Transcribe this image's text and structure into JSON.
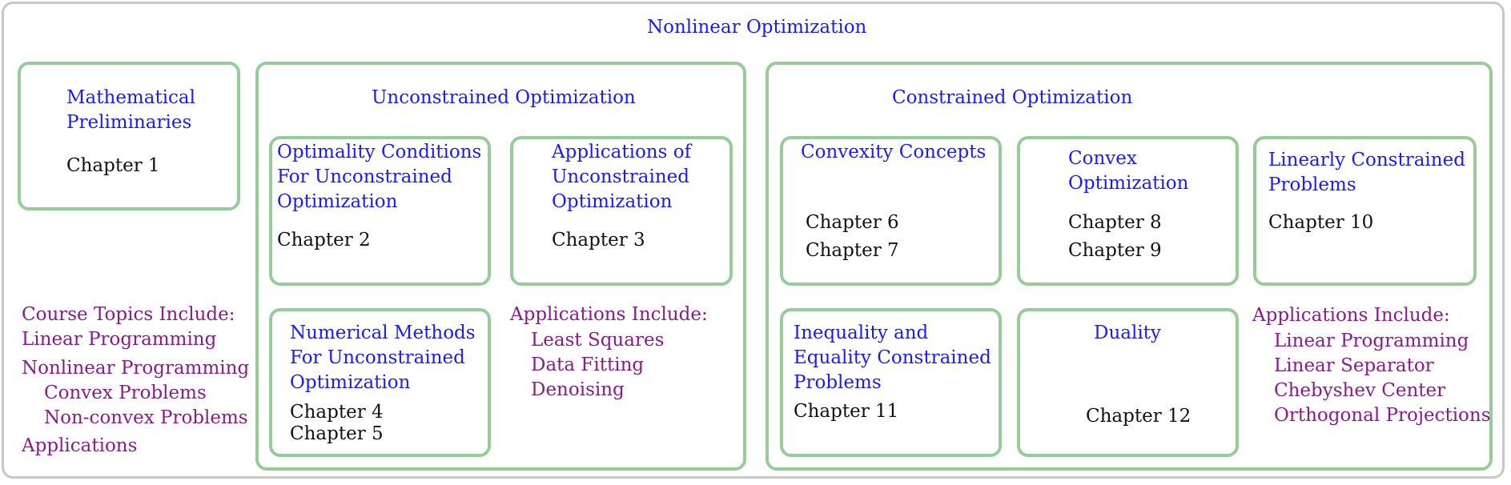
{
  "title": "Nonlinear Optimization",
  "math_prelim": {
    "title_lines": [
      "Mathematical",
      "Preliminaries"
    ],
    "chapters": [
      "Chapter 1"
    ]
  },
  "course_topics": {
    "heading": "Course Topics Include:",
    "items": [
      "Linear Programming",
      "Nonlinear Programming",
      "Convex Problems",
      "Non-convex Problems",
      "Applications"
    ]
  },
  "unconstrained": {
    "title": "Unconstrained Optimization",
    "optimality": {
      "title_lines": [
        "Optimality Conditions",
        "For Unconstrained",
        "Optimization"
      ],
      "chapters": [
        "Chapter 2"
      ]
    },
    "applications": {
      "title_lines": [
        "Applications of",
        "Unconstrained",
        "Optimization"
      ],
      "chapters": [
        "Chapter 3"
      ]
    },
    "numerical": {
      "title_lines": [
        "Numerical Methods",
        "For Unconstrained",
        "Optimization"
      ],
      "chapters": [
        "Chapter 4",
        "Chapter 5"
      ]
    },
    "applications_include": {
      "heading": "Applications Include:",
      "items": [
        "Least Squares",
        "Data Fitting",
        "Denoising"
      ]
    }
  },
  "constrained": {
    "title": "Constrained Optimization",
    "convexity": {
      "title_lines": [
        "Convexity Concepts"
      ],
      "chapters": [
        "Chapter 6",
        "Chapter 7"
      ]
    },
    "convex_opt": {
      "title_lines": [
        "Convex",
        "Optimization"
      ],
      "chapters": [
        "Chapter 8",
        "Chapter 9"
      ]
    },
    "linearly": {
      "title_lines": [
        "Linearly Constrained",
        "Problems"
      ],
      "chapters": [
        "Chapter 10"
      ]
    },
    "inequality": {
      "title_lines": [
        "Inequality and",
        "Equality Constrained",
        "Problems"
      ],
      "chapters": [
        "Chapter 11"
      ]
    },
    "duality": {
      "title_lines": [
        "Duality"
      ],
      "chapters": [
        "Chapter 12"
      ]
    },
    "applications_include": {
      "heading": "Applications Include:",
      "items": [
        "Linear Programming",
        "Linear Separator",
        "Chebyshev Center",
        "Orthogonal Projections"
      ]
    }
  }
}
